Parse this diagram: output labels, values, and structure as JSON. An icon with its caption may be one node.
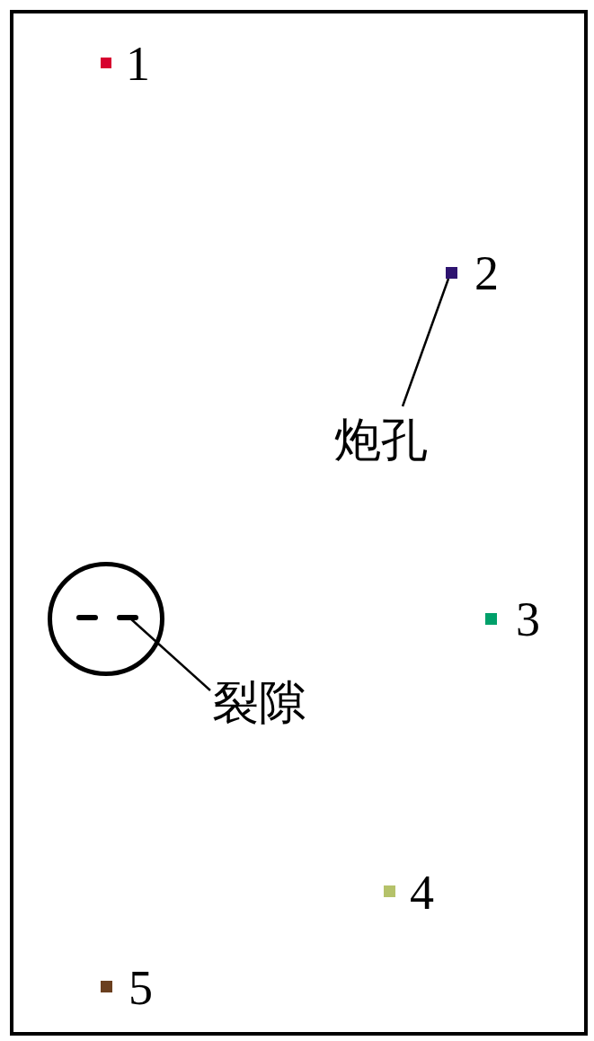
{
  "diagram": {
    "nodes": [
      {
        "text": [],
        "shape": "box",
        "beside": [
          "1"
        ]
      },
      {
        "text": [],
        "shape": "box",
        "beside": [
          "2"
        ]
      },
      {
        "text": [
          "炮孔"
        ]
      },
      {
        "text": [],
        "shape": "circle"
      },
      {
        "text": [],
        "shape": "bar",
        "in": 3
      },
      {
        "text": [],
        "shape": "bar",
        "in": 3
      },
      {
        "text": [],
        "shape": "box",
        "beside": [
          "3"
        ]
      },
      {
        "text": [
          "裂隙"
        ]
      },
      {
        "text": [],
        "shape": "box",
        "beside": [
          "4"
        ]
      },
      {
        "text": [],
        "shape": "box",
        "beside": [
          "5"
        ]
      }
    ],
    "edges": [
      {
        "from": 2,
        "to": 1,
        "arrow": "none"
      },
      {
        "from": 7,
        "to": 5,
        "arrow": "none"
      }
    ]
  }
}
